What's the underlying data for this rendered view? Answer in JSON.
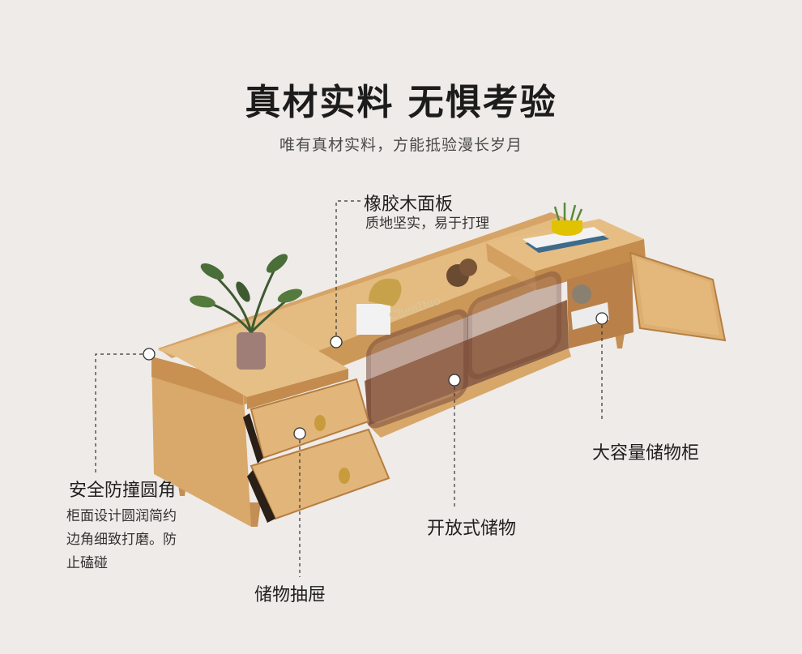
{
  "heading": {
    "title": "真材实料 无惧考验",
    "subtitle": "唯有真材实料，方能抵验漫长岁月"
  },
  "callouts": {
    "panel": {
      "label": "橡胶木面板",
      "desc": "质地坚实，易于打理"
    },
    "corner": {
      "label": "安全防撞圆角",
      "desc_lines": [
        "柜面设计圆润简约",
        "边角细致打磨。防",
        "止磕碰"
      ]
    },
    "drawer": {
      "label": "储物抽屉"
    },
    "open": {
      "label": "开放式储物"
    },
    "cabinet": {
      "label": "大容量储物柜"
    }
  },
  "brand_text": "ChenDuo",
  "colors": {
    "background": "#efebe8",
    "wood_light": "#e0b57a",
    "wood_mid": "#d4a163",
    "wood_dark": "#b9834a",
    "glass_frame": "#7a4a3a"
  }
}
